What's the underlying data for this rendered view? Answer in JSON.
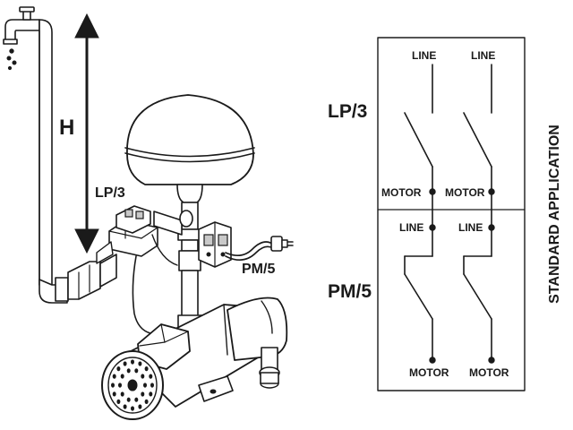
{
  "installation": {
    "height_label": "H",
    "switch_label": "LP/3",
    "pressure_switch_label": "PM/5"
  },
  "wiring": {
    "upper_device_label": "LP/3",
    "lower_device_label": "PM/5",
    "upper_line_left": "LINE",
    "upper_line_right": "LINE",
    "upper_motor_left": "MOTOR",
    "upper_motor_right": "MOTOR",
    "lower_line_left": "LINE",
    "lower_line_right": "LINE",
    "lower_motor_left": "MOTOR",
    "lower_motor_right": "MOTOR",
    "side_caption": "STANDARD APPLICATION"
  },
  "colors": {
    "ink": "#1a1a1a",
    "paper": "#ffffff",
    "shade": "#c9c9c9"
  }
}
